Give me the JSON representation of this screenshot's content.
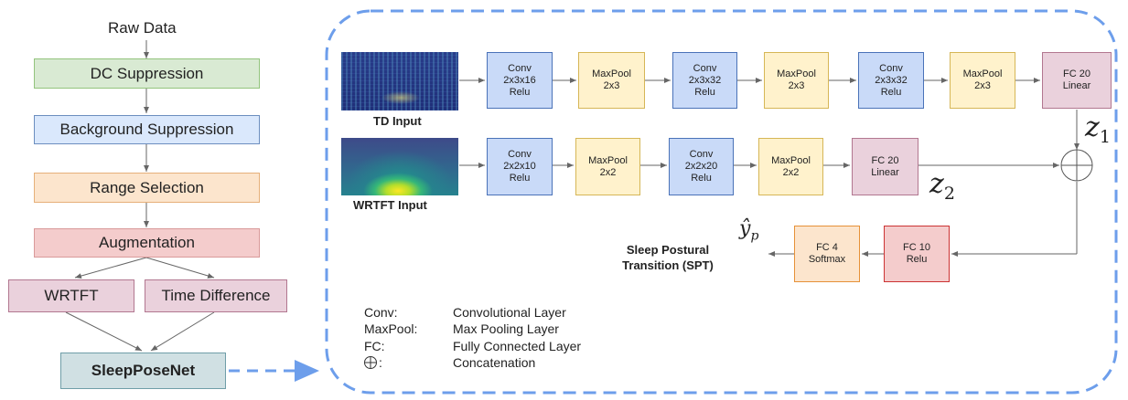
{
  "pipeline": {
    "raw_data": "Raw Data",
    "dc_suppression": "DC Suppression",
    "background_suppression": "Background Suppression",
    "range_selection": "Range Selection",
    "augmentation": "Augmentation",
    "wrtft": "WRTFT",
    "time_difference": "Time Difference",
    "sleepposenet": "SleepPoseNet"
  },
  "network": {
    "td_input": "TD Input",
    "wrtft_input": "WRTFT Input",
    "td_branch": [
      {
        "l1": "Conv",
        "l2": "2x3x16",
        "l3": "Relu"
      },
      {
        "l1": "MaxPool",
        "l2": "2x3"
      },
      {
        "l1": "Conv",
        "l2": "2x3x32",
        "l3": "Relu"
      },
      {
        "l1": "MaxPool",
        "l2": "2x3"
      },
      {
        "l1": "Conv",
        "l2": "2x3x32",
        "l3": "Relu"
      },
      {
        "l1": "MaxPool",
        "l2": "2x3"
      },
      {
        "l1": "FC 20",
        "l2": "Linear"
      }
    ],
    "wrtft_branch": [
      {
        "l1": "Conv",
        "l2": "2x2x10",
        "l3": "Relu"
      },
      {
        "l1": "MaxPool",
        "l2": "2x2"
      },
      {
        "l1": "Conv",
        "l2": "2x2x20",
        "l3": "Relu"
      },
      {
        "l1": "MaxPool",
        "l2": "2x2"
      },
      {
        "l1": "FC 20",
        "l2": "Linear"
      }
    ],
    "fc10": {
      "l1": "FC 10",
      "l2": "Relu"
    },
    "fc4": {
      "l1": "FC 4",
      "l2": "Softmax"
    },
    "z1": {
      "base": "z",
      "sub": "1"
    },
    "z2": {
      "base": "z",
      "sub": "2"
    },
    "yhat": {
      "base": "ŷ",
      "sub": "p"
    },
    "output_label_line1": "Sleep Postural",
    "output_label_line2": "Transition (SPT)"
  },
  "legend": [
    {
      "key": "Conv:",
      "value": "Convolutional Layer"
    },
    {
      "key": "MaxPool:",
      "value": "Max Pooling Layer"
    },
    {
      "key": "FC:",
      "value": "Fully Connected Layer"
    },
    {
      "key": ":",
      "value": "Concatenation"
    }
  ],
  "colors": {
    "conv": "#c9daf8",
    "maxpool": "#fff2cc",
    "fc": "#ead1dc",
    "fc_relu": "#f4cccc",
    "fc_softmax": "#fce5cd",
    "dashed_border": "#6d9eeb"
  }
}
